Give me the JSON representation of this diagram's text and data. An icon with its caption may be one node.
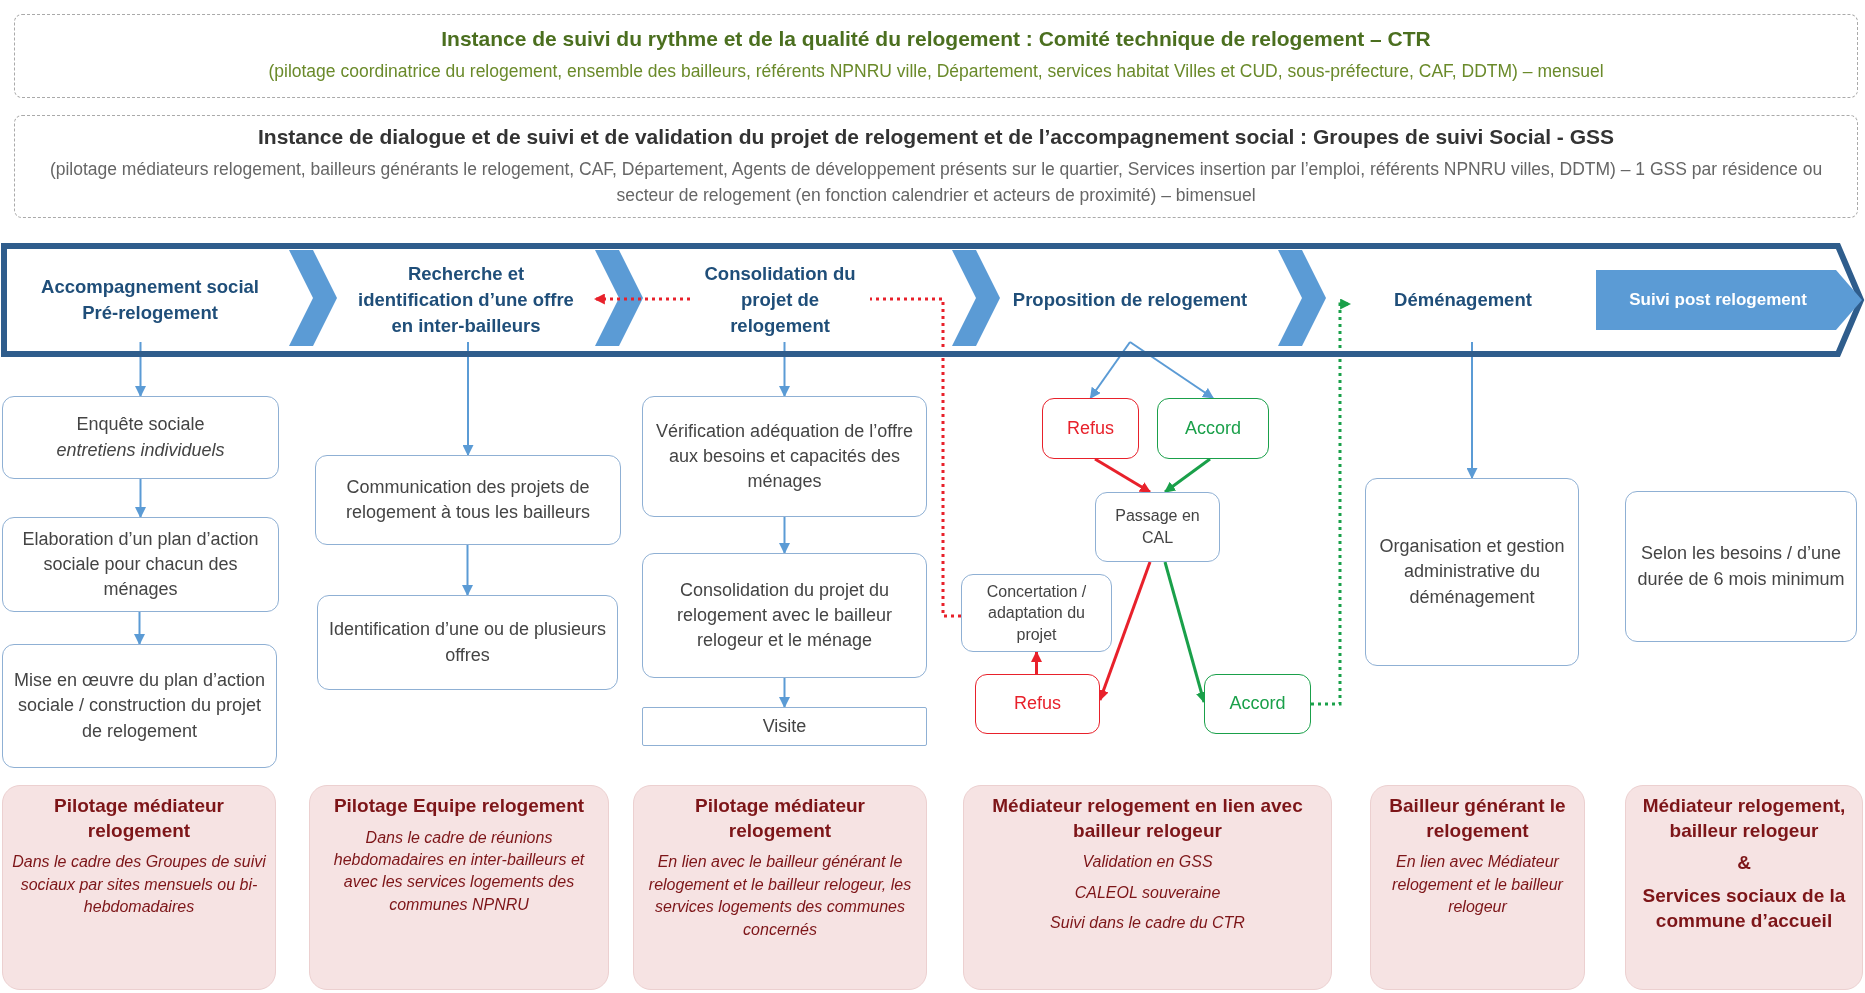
{
  "diagram": {
    "nodes": [
      {
        "text": [
          "Instance de suivi du rythme et de la qualité du relogement : Comité technique de relogement – CTR",
          "(pilotage coordinatrice du relogement, ensemble des bailleurs, référents NPNRU ville, Département, services habitat Villes et CUD, sous-préfecture, CAF, DDTM) – mensuel"
        ]
      },
      {
        "text": [
          "Instance de dialogue et de suivi et de validation du projet de relogement et de l’accompagnement social : Groupes de suivi Social - GSS",
          "(pilotage médiateurs relogement, bailleurs générants le relogement, CAF, Département, Agents de développement présents sur le quartier, Services insertion par l’emploi, référents NPNRU villes, DDTM) – 1 GSS par résidence ou secteur de relogement (en fonction calendrier et acteurs de proximité) – bimensuel"
        ]
      },
      {
        "text": [
          "Accompagnement social Pré-relogement"
        ],
        "in": 30
      },
      {
        "text": [
          "Recherche et identification d’une offre en inter-bailleurs"
        ],
        "in": 30
      },
      {
        "text": [
          "Consolidation du projet de relogement"
        ],
        "in": 30
      },
      {
        "text": [
          "Proposition de relogement"
        ],
        "in": 30
      },
      {
        "text": [
          "Déménagement"
        ],
        "in": 30
      },
      {
        "text": [
          "Suivi post relogement"
        ],
        "in": 30
      },
      {
        "text": [
          "Enquête sociale",
          "entretiens individuels"
        ]
      },
      {
        "text": [
          "Elaboration d’un plan d’action sociale pour chacun des ménages"
        ]
      },
      {
        "text": [
          "Mise en œuvre du plan d’action sociale / construction du projet de relogement"
        ]
      },
      {
        "text": [
          "Communication des projets de relogement à tous les bailleurs"
        ]
      },
      {
        "text": [
          "Identification d’une ou de plusieurs offres"
        ]
      },
      {
        "text": [
          "Vérification adéquation de l’offre aux besoins et capacités des ménages"
        ]
      },
      {
        "text": [
          "Consolidation du projet du relogement avec le bailleur relogeur et le ménage"
        ]
      },
      {
        "text": [
          "Visite"
        ]
      },
      {
        "text": [
          "Refus"
        ]
      },
      {
        "text": [
          "Accord"
        ]
      },
      {
        "text": [
          "Passage en CAL"
        ]
      },
      {
        "text": [
          "Concertation / adaptation du projet"
        ]
      },
      {
        "text": [
          "Refus"
        ]
      },
      {
        "text": [
          "Accord"
        ]
      },
      {
        "text": [
          "Organisation et gestion administrative du déménagement"
        ]
      },
      {
        "text": [
          "Selon les besoins / d’une durée de 6 mois minimum"
        ]
      },
      {
        "text": [
          "Pilotage médiateur relogement",
          "Dans le cadre des Groupes de suivi sociaux par sites mensuels ou bi-hebdomadaires"
        ]
      },
      {
        "text": [
          "Pilotage Equipe relogement",
          "Dans le cadre de réunions hebdomadaires en inter-bailleurs et avec les services logements des communes NPNRU"
        ]
      },
      {
        "text": [
          "Pilotage médiateur relogement",
          "En lien avec le bailleur générant le relogement et le bailleur relogeur, les services logements des communes concernés"
        ]
      },
      {
        "text": [
          "Médiateur relogement en lien avec bailleur relogeur",
          "Validation en GSS",
          "CALEOL souveraine",
          "Suivi dans le cadre du CTR"
        ]
      },
      {
        "text": [
          "Bailleur générant le relogement",
          "En lien avec Médiateur relogement et le bailleur relogeur"
        ]
      },
      {
        "text": [
          "Médiateur relogement, bailleur relogeur",
          "&",
          "Services sociaux de la commune d’accueil"
        ]
      },
      {
        "text": [],
        "shape": "arrow"
      }
    ],
    "edges": [
      {
        "from": 2,
        "to": 3,
        "arrow": "to",
        "style": "thick"
      },
      {
        "from": 3,
        "to": 4,
        "arrow": "to",
        "style": "thick"
      },
      {
        "from": 4,
        "to": 5,
        "arrow": "to",
        "style": "thick"
      },
      {
        "from": 5,
        "to": 6,
        "arrow": "to",
        "style": "thick"
      },
      {
        "from": 4,
        "to": 3,
        "arrow": "to",
        "style": "dashed",
        "color": "#e8212b"
      },
      {
        "from": 19,
        "to": 4,
        "arrow": "none",
        "style": "dashed",
        "color": "#e8212b"
      },
      {
        "from": 21,
        "to": 6,
        "arrow": "to",
        "style": "dashed",
        "color": "#1aa04a"
      },
      {
        "from": 2,
        "to": 8,
        "arrow": "to"
      },
      {
        "from": 8,
        "to": 9,
        "arrow": "to"
      },
      {
        "from": 9,
        "to": 10,
        "arrow": "to"
      },
      {
        "from": 3,
        "to": 11,
        "arrow": "to"
      },
      {
        "from": 11,
        "to": 12,
        "arrow": "to"
      },
      {
        "from": 4,
        "to": 13,
        "arrow": "to"
      },
      {
        "from": 13,
        "to": 14,
        "arrow": "to"
      },
      {
        "from": 14,
        "to": 15,
        "arrow": "to"
      },
      {
        "from": 5,
        "to": 16,
        "arrow": "to"
      },
      {
        "from": 5,
        "to": 17,
        "arrow": "to"
      },
      {
        "from": 16,
        "to": 18,
        "arrow": "to",
        "color": "#e8212b"
      },
      {
        "from": 17,
        "to": 18,
        "arrow": "to",
        "color": "#1aa04a"
      },
      {
        "from": 18,
        "to": 20,
        "arrow": "to",
        "color": "#e8212b"
      },
      {
        "from": 18,
        "to": 21,
        "arrow": "to",
        "color": "#1aa04a"
      },
      {
        "from": 20,
        "to": 19,
        "arrow": "to",
        "color": "#e8212b"
      },
      {
        "from": 6,
        "to": 22,
        "arrow": "to"
      }
    ]
  }
}
